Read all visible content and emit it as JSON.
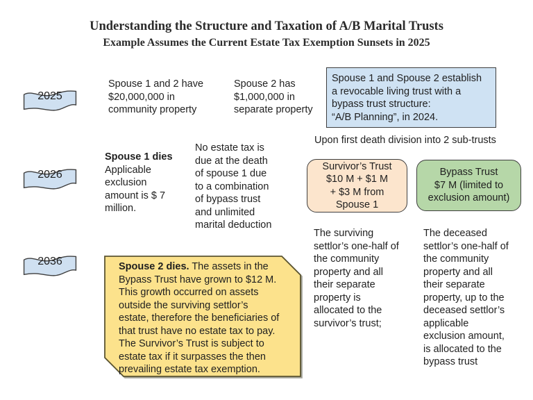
{
  "header": {
    "title": "Understanding the Structure and Taxation of A/B Marital Trusts",
    "subtitle": "Example Assumes the Current Estate Tax Exemption Sunsets in 2025"
  },
  "timeline": {
    "year_2025": "2025",
    "year_2026": "2026",
    "year_2036": "2036"
  },
  "row_2025": {
    "community_property": "Spouse 1 and 2 have\n$20,000,000 in\ncommunity property",
    "separate_property": "Spouse 2 has\n$1,000,000 in\nseparate property",
    "trust_box": "Spouse 1 and Spouse 2 establish\na revocable living trust with a\nbypass trust structure:\n“A/B Planning”, in 2024.",
    "division_note": "Upon first death division into 2 sub-trusts"
  },
  "row_2026": {
    "death_bold": "Spouse 1 dies",
    "death_rest": "\nApplicable\nexclusion\namount is $ 7\nmillion.",
    "no_tax_note": "No estate tax is\ndue at the death\nof spouse 1 due\nto a combination\nof bypass trust\nand unlimited\nmarital deduction",
    "survivors_trust_box": "Survivor’s Trust\n$10 M + $1 M\n+ $3 M from\nSpouse 1",
    "bypass_trust_box": "Bypass Trust\n$7 M (limited to\nexclusion amount)",
    "survivor_allocation": "The surviving\nsettlor’s one-half of\nthe community\nproperty and all\ntheir separate\nproperty is\nallocated to the\nsurvivor’s trust;",
    "bypass_allocation": "The deceased\nsettlor’s one-half of\nthe community\nproperty and all\ntheir separate\nproperty, up to the\ndeceased settlor’s\napplicable\nexclusion amount,\nis allocated to the\nbypass trust"
  },
  "row_2036": {
    "note_bold": "Spouse 2 dies.",
    "note_rest": " The assets in the\nBypass Trust have grown to $12 M.\nThis growth occurred on assets\noutside the surviving settlor’s\nestate, therefore the beneficiaries of\nthat trust have no estate tax to pay.\nThe Survivor’s Trust is subject to\nestate tax if it surpasses the then\nprevailing estate tax exemption."
  },
  "colors": {
    "flag_fill": "#cfe0f1",
    "trust_box_fill": "#cfe2f3",
    "survivor_fill": "#fce5cd",
    "bypass_fill": "#b6d7a8",
    "note_fill": "#fce28c",
    "note_border": "#5b5430",
    "shape_border": "#3e3e3e"
  }
}
